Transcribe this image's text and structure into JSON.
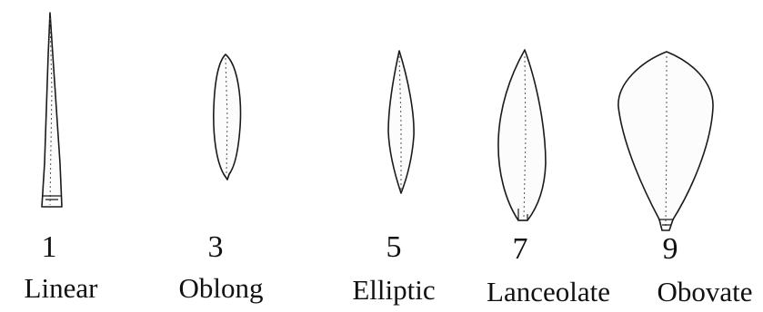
{
  "leaf_shapes": [
    {
      "number": "1",
      "name": "Linear"
    },
    {
      "number": "3",
      "name": "Oblong"
    },
    {
      "number": "5",
      "name": "Elliptic"
    },
    {
      "number": "7",
      "name": "Lanceolate"
    },
    {
      "number": "9",
      "name": "Obovate"
    }
  ]
}
